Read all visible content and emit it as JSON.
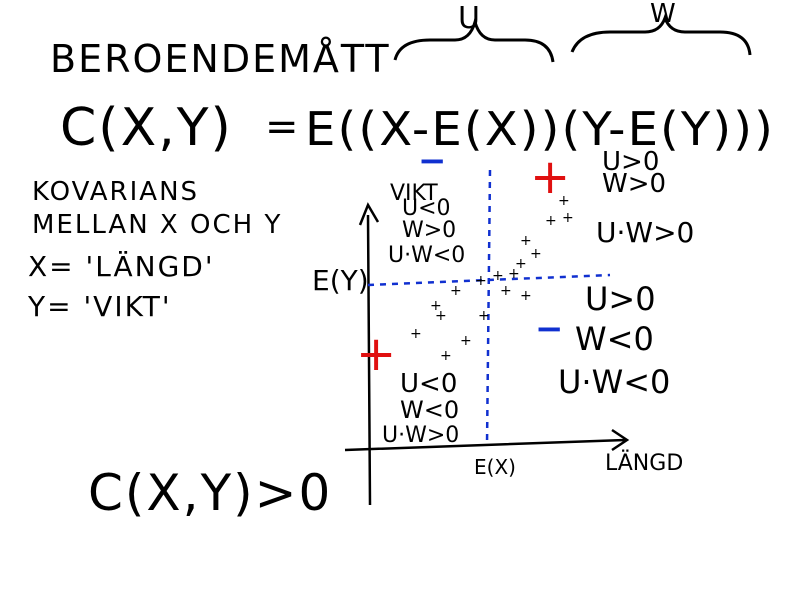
{
  "title": "BEROENDEMÅTT",
  "formula": {
    "lhs": "C(X,Y)",
    "equals": "=",
    "rhs": "E((X-E(X))(Y-E(Y)))",
    "brace_u": "U",
    "brace_w": "W"
  },
  "notes": {
    "line1": "KOVARIANS",
    "line2": "MELLAN X OCH Y",
    "line3": "X= 'LÄNGD'",
    "line4": "Y= 'VIKT'"
  },
  "plot": {
    "y_axis_label": "VIKT",
    "x_axis_label": "LÄNGD",
    "y_mean_label": "E(Y)",
    "x_mean_label": "E(X)",
    "top_left": {
      "sign": "−",
      "u": "U<0",
      "w": "W>0",
      "uw": "U·W<0"
    },
    "top_right": {
      "sign": "+",
      "u": "U>0",
      "w": "W>0",
      "uw": "U·W>0"
    },
    "bottom_right": {
      "sign": "−",
      "u": "U>0",
      "w": "W<0",
      "uw": "U·W<0"
    },
    "bottom_left": {
      "sign": "+",
      "u": "U<0",
      "w": "W<0",
      "uw": "U·W>0"
    },
    "colors": {
      "plus": "#e01010",
      "minus": "#1030d0",
      "guides": "#1030d0"
    }
  },
  "conclusion": "C(X,Y)>0"
}
